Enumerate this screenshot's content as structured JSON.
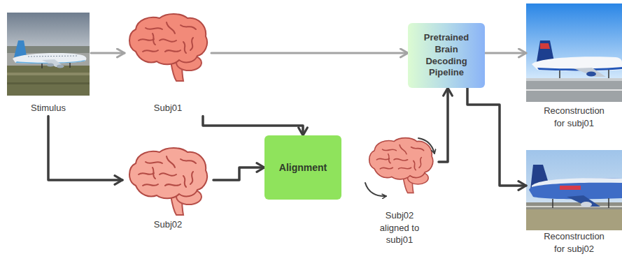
{
  "diagram": {
    "nodes": [
      {
        "text": [
          "Stimulus"
        ]
      },
      {
        "text": [
          "Subj01"
        ]
      },
      {
        "text": [
          "Pretrained Brain Decoding Pipeline"
        ]
      },
      {
        "text": [
          "Reconstruction for subj01"
        ]
      },
      {
        "text": [
          "Subj02"
        ]
      },
      {
        "text": [
          "Alignment"
        ]
      },
      {
        "text": [
          "Subj02 aligned to subj01"
        ]
      },
      {
        "text": [
          "Reconstruction for subj02"
        ]
      }
    ],
    "edges": [
      {
        "from": 0,
        "to": 1,
        "arrow": "to"
      },
      {
        "from": 1,
        "to": 2,
        "arrow": "to"
      },
      {
        "from": 2,
        "to": 3,
        "arrow": "to"
      },
      {
        "from": 0,
        "to": 4,
        "arrow": "to"
      },
      {
        "from": 1,
        "to": 5,
        "arrow": "to"
      },
      {
        "from": 4,
        "to": 5,
        "arrow": "to"
      },
      {
        "from": 6,
        "to": 2,
        "arrow": "to"
      },
      {
        "from": 2,
        "to": 7,
        "arrow": "to"
      }
    ]
  }
}
